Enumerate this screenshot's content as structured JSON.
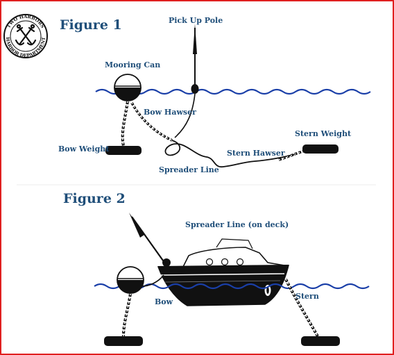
{
  "seal": {
    "top_text": "TWO HARBORS",
    "bottom_text": "HARBOR DEPARTMENT"
  },
  "figure1": {
    "title": "Figure 1",
    "labels": {
      "pick_up_pole": "Pick Up Pole",
      "mooring_can": "Mooring Can",
      "bow_hawser": "Bow Hawser",
      "bow_weight": "Bow Weight",
      "spreader_line": "Spreader Line",
      "stern_hawser": "Stern Hawser",
      "stern_weight": "Stern Weight"
    }
  },
  "figure2": {
    "title": "Figure 2",
    "labels": {
      "spreader_line_on_deck": "Spreader Line (on deck)",
      "bow": "Bow",
      "stern": "Stern"
    }
  },
  "colors": {
    "frame": "#e02020",
    "label": "#1f4e79",
    "water": "#1a3fa8",
    "ink": "#111111"
  }
}
